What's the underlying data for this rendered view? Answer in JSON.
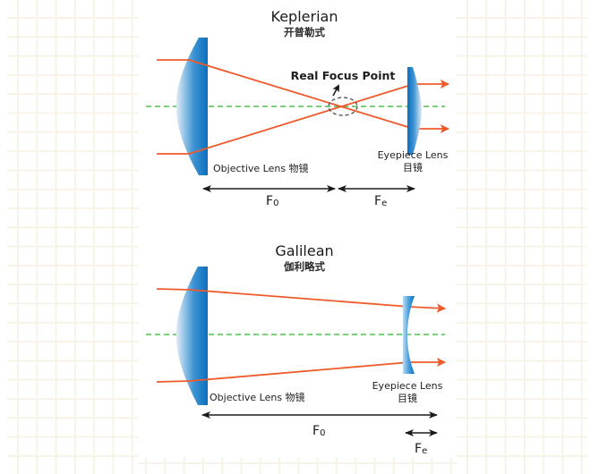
{
  "colors": {
    "ray": "#ef5a2b",
    "axis": "#49c14a",
    "lens_dark": "#0a6fbf",
    "lens_light": "#dbe9f6",
    "dimension": "#1a1a1a",
    "focus_circle": "#555555",
    "grid_line": "#f7f3e6"
  },
  "keplerian": {
    "title": "Keplerian",
    "subtitle": "开普勒式",
    "focus_label": "Real Focus Point",
    "objective_label": "Objective Lens 物镜",
    "eyepiece_label": "Eyepiece Lens",
    "eyepiece_label_cn": "目镜",
    "objective_focal_label": "F",
    "objective_focal_sub": "0",
    "eyepiece_focal_label": "F",
    "eyepiece_focal_sub": "e",
    "objective_lens_type": "convex",
    "eyepiece_lens_type": "convex"
  },
  "galilean": {
    "title": "Galilean",
    "subtitle": "伽利略式",
    "objective_label": "Objective Lens 物镜",
    "eyepiece_label": "Eyepiece Lens",
    "eyepiece_label_cn": "目镜",
    "objective_focal_label": "F",
    "objective_focal_sub": "0",
    "eyepiece_focal_label": "F",
    "eyepiece_focal_sub": "e",
    "objective_lens_type": "convex",
    "eyepiece_lens_type": "concave"
  }
}
